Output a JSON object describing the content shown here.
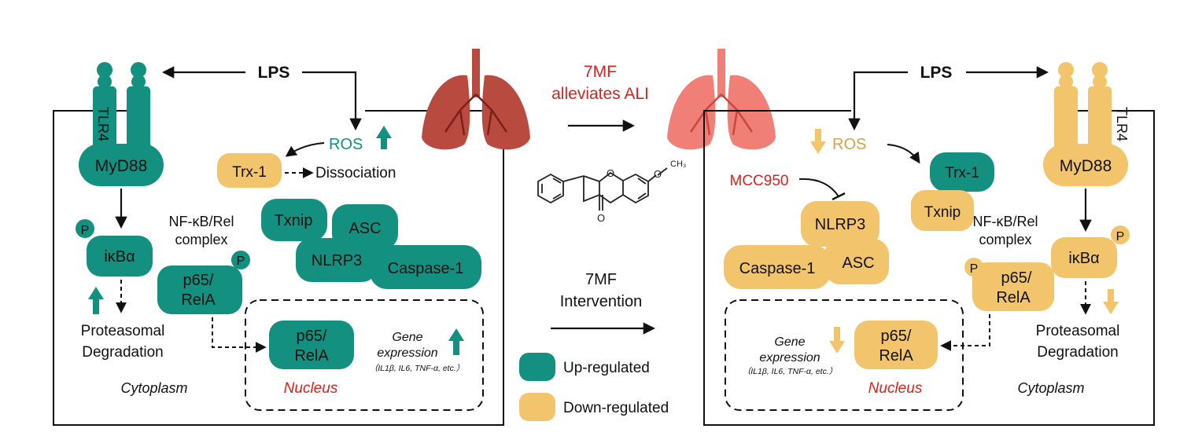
{
  "colors": {
    "up": "#13907f",
    "down": "#f2c56d",
    "red": "#d8241f",
    "lung_dark": "#b84a40",
    "lung_light": "#f07f78"
  },
  "center": {
    "title_line1": "7MF",
    "title_line2": "alleviates ALI",
    "intervention_line1": "7MF",
    "intervention_line2": "Intervention",
    "methyl_label": "CH₃",
    "legend": {
      "up": "Up-regulated",
      "down": "Down-regulated"
    }
  },
  "left": {
    "lps": "LPS",
    "tlr4": "TLR4",
    "myd88": "MyD88",
    "ros": "ROS",
    "trx1": "Trx-1",
    "dissociation": "Dissociation",
    "phospho": "P",
    "ikba": "iκBα",
    "nfkb_line1": "NF-κB/Rel",
    "nfkb_line2": "complex",
    "txnip": "Txnip",
    "asc": "ASC",
    "nlrp3": "NLRP3",
    "caspase1": "Caspase-1",
    "p65_line1": "p65/",
    "p65_line2": "RelA",
    "proteasomal_line1": "Proteasomal",
    "proteasomal_line2": "Degradation",
    "gene_line1": "Gene",
    "gene_line2": "expression",
    "gene_detail": "（IL1β, IL6, TNF-α, etc.）",
    "cytoplasm": "Cytoplasm",
    "nucleus": "Nucleus"
  },
  "right": {
    "lps": "LPS",
    "tlr4": "TLR4",
    "myd88": "MyD88",
    "ros": "ROS",
    "trx1": "Trx-1",
    "txnip": "Txnip",
    "mcc950": "MCC950",
    "nlrp3": "NLRP3",
    "asc": "ASC",
    "caspase1": "Caspase-1",
    "phospho": "P",
    "ikba": "iκBα",
    "nfkb_line1": "NF-κB/Rel",
    "nfkb_line2": "complex",
    "p65_line1": "p65/",
    "p65_line2": "RelA",
    "proteasomal_line1": "Proteasomal",
    "proteasomal_line2": "Degradation",
    "gene_line1": "Gene",
    "gene_line2": "expression",
    "gene_detail": "（IL1β, IL6, TNF-α, etc.）",
    "cytoplasm": "Cytoplasm",
    "nucleus": "Nucleus"
  }
}
